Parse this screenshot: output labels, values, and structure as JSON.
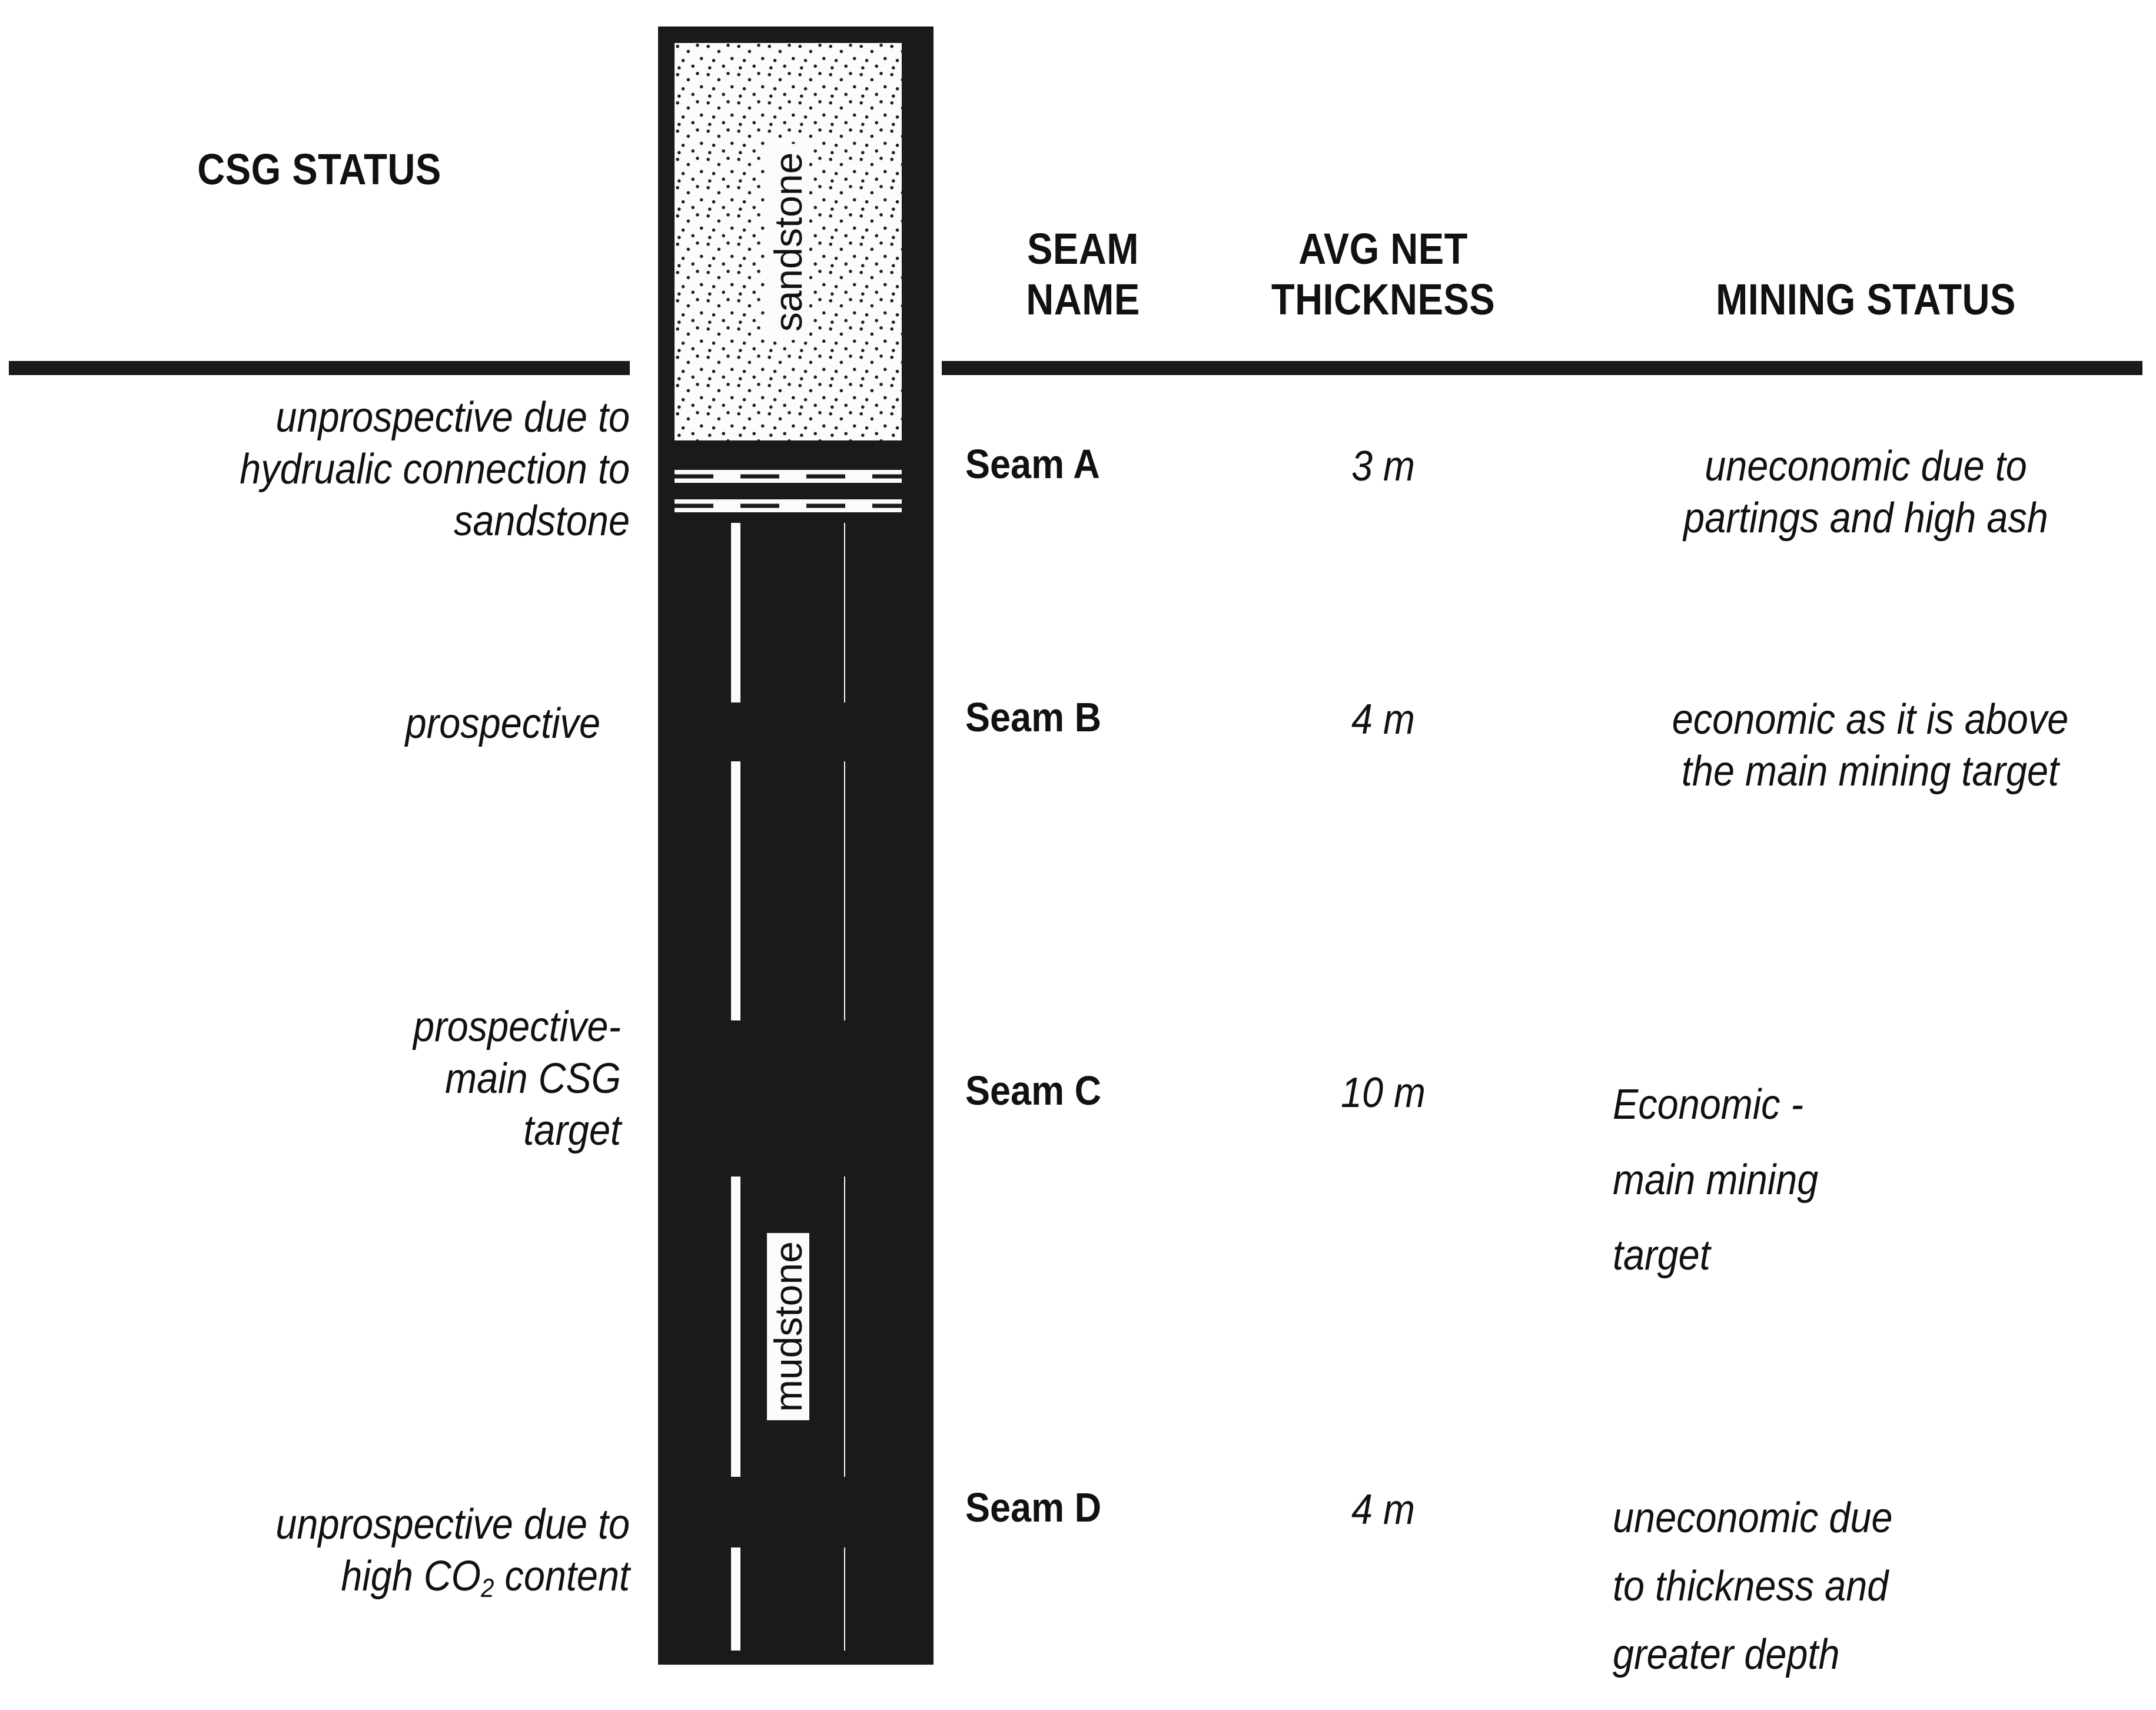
{
  "left_column": {
    "header": "CSG  STATUS",
    "entries": [
      {
        "id": "csg-seam-a",
        "lines": [
          "unprospective due to",
          "hydrualic connection to",
          "sandstone"
        ]
      },
      {
        "id": "csg-seam-b",
        "lines": [
          "prospective"
        ]
      },
      {
        "id": "csg-seam-c",
        "lines": [
          "prospective-",
          "main CSG",
          "target"
        ]
      },
      {
        "id": "csg-seam-d",
        "lines": [
          "unprospective due to",
          "high CO2 content"
        ],
        "co2_line_pre": "high CO",
        "co2_sub": "2",
        "co2_line_post": " content"
      }
    ]
  },
  "strat_column": {
    "lithology_labels": {
      "sandstone": "sandstone",
      "mudstone": "mudstone"
    },
    "layers": [
      {
        "name": "sandstone",
        "type": "sandstone"
      },
      {
        "name": "Seam A",
        "type": "coal-banded"
      },
      {
        "name": "mudstone",
        "type": "mudstone"
      },
      {
        "name": "Seam B",
        "type": "coal"
      },
      {
        "name": "mudstone",
        "type": "mudstone"
      },
      {
        "name": "Seam C",
        "type": "coal"
      },
      {
        "name": "mudstone",
        "type": "mudstone",
        "labelled": true
      },
      {
        "name": "Seam D",
        "type": "coal"
      },
      {
        "name": "mudstone",
        "type": "mudstone"
      }
    ]
  },
  "table": {
    "headers": {
      "seam_name": [
        "SEAM",
        "NAME"
      ],
      "avg_net_thickness": [
        "AVG NET",
        "THICKNESS"
      ],
      "mining_status": [
        "MINING STATUS"
      ]
    },
    "rows": [
      {
        "seam_name": "Seam A",
        "thickness": "3 m",
        "mining_status_lines": [
          "uneconomic due to",
          "partings and high ash"
        ]
      },
      {
        "seam_name": "Seam B",
        "thickness": "4 m",
        "mining_status_lines": [
          "economic as it is above",
          "the main mining target"
        ]
      },
      {
        "seam_name": "Seam C",
        "thickness": "10 m",
        "mining_status_lines": [
          "Economic -",
          "main mining",
          "target"
        ]
      },
      {
        "seam_name": "Seam D",
        "thickness": "4 m",
        "mining_status_lines": [
          "uneconomic due",
          "to thickness and",
          "greater depth"
        ]
      }
    ]
  },
  "colors": {
    "ink": "#1a1a1a",
    "paper": "#ffffff",
    "coal": "#1a1a1a"
  }
}
